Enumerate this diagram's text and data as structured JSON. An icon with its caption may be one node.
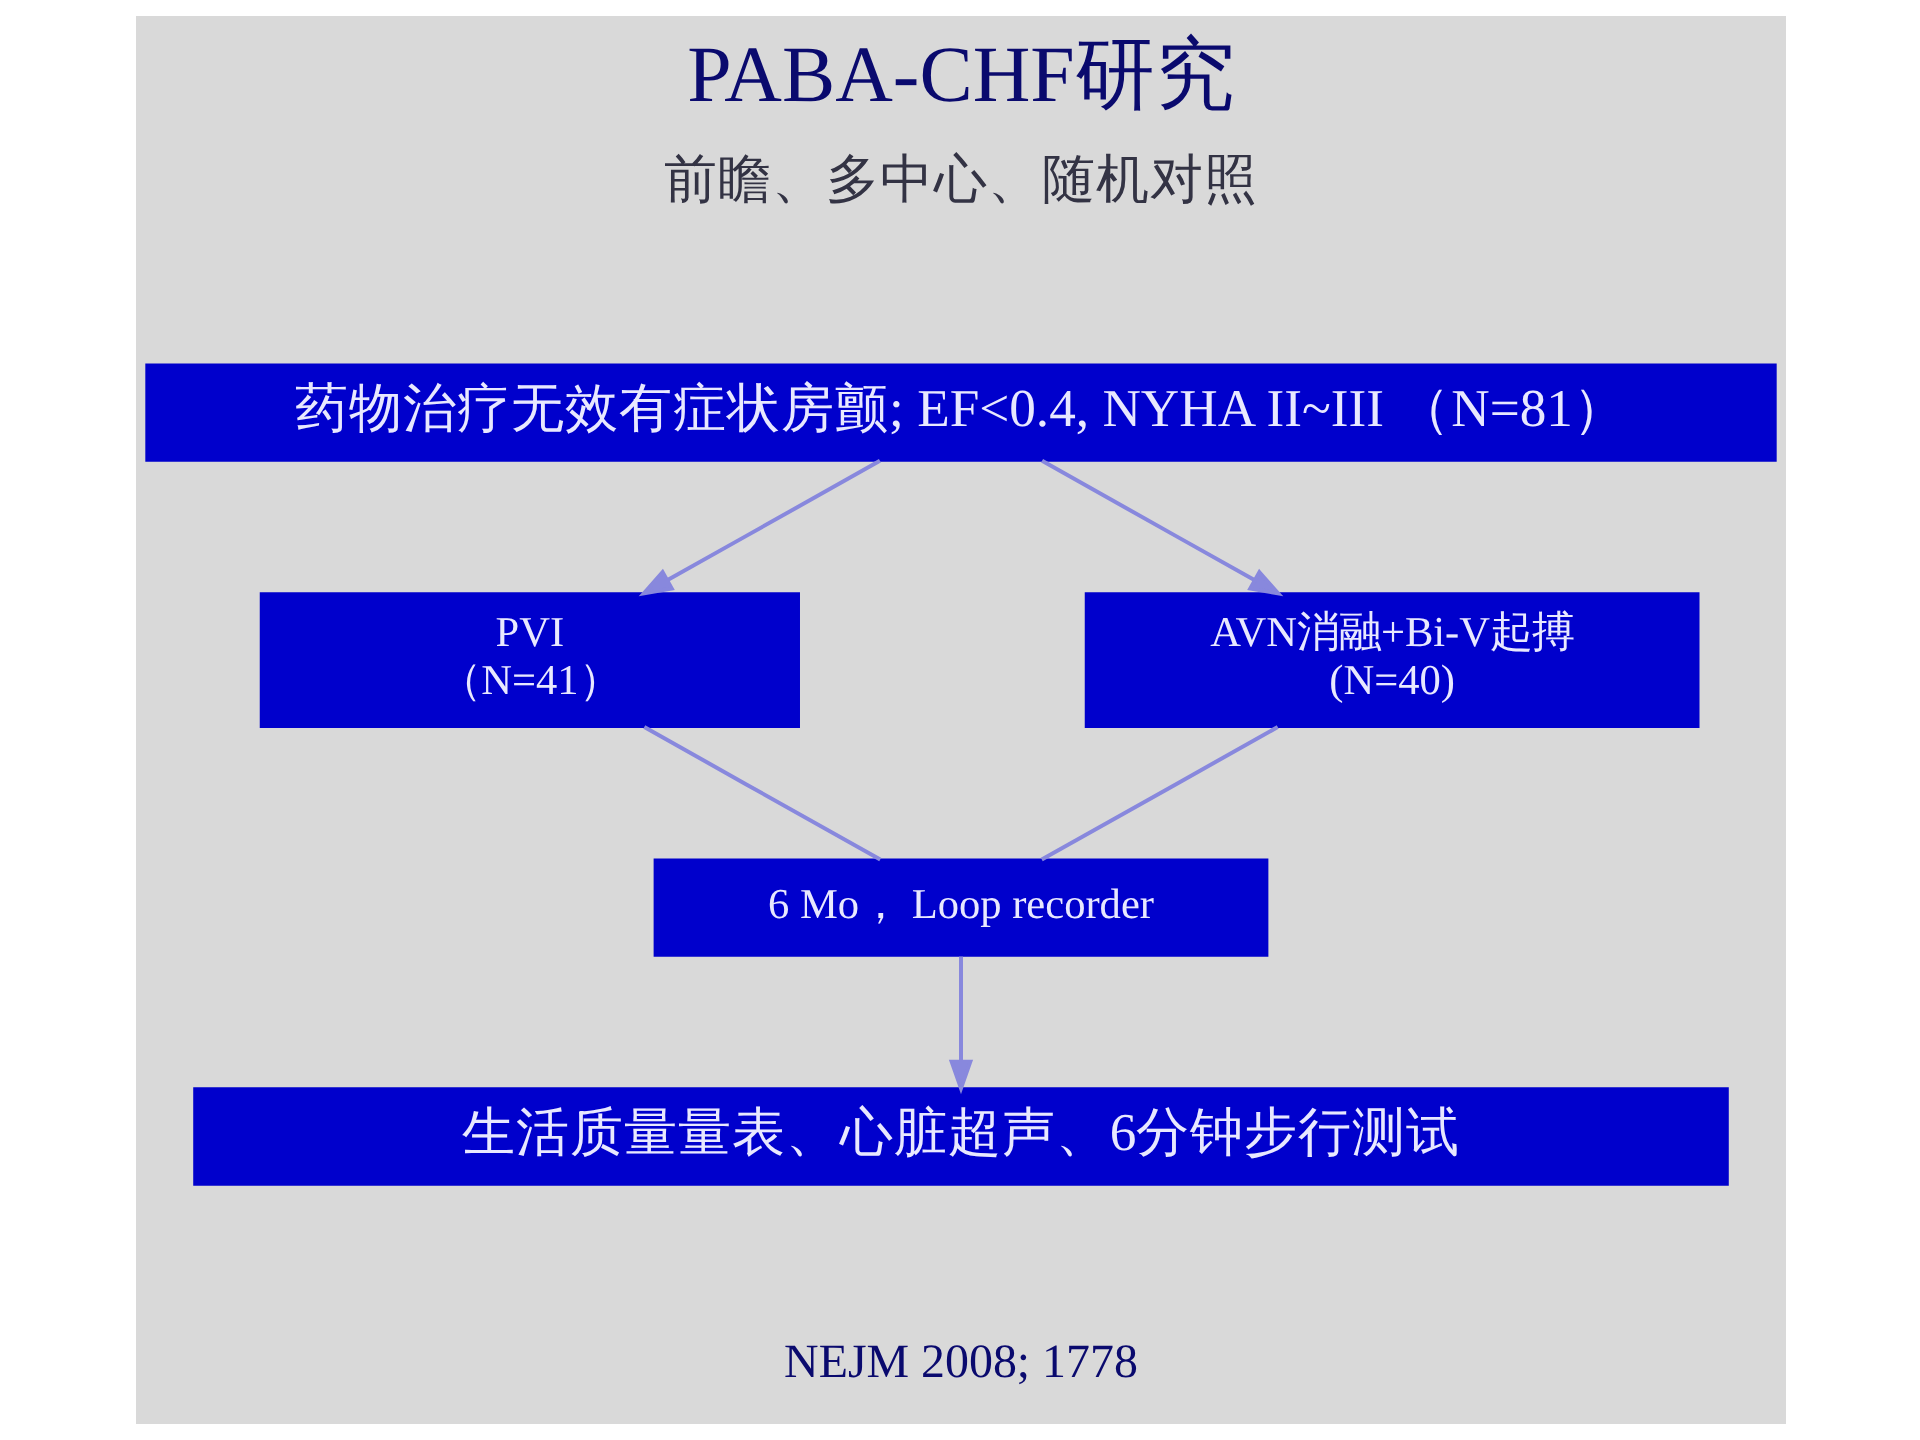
{
  "diagram": {
    "title": "PABA-CHF研究",
    "nodes": [
      {
        "text": [
          "药物治疗无效有症状房颤; EF<0.4, NYHA II~III （N=81）"
        ]
      },
      {
        "text": [
          "PVI",
          "（N=41）"
        ]
      },
      {
        "text": [
          "AVN消融+Bi-V起搏",
          "(N=40)"
        ]
      },
      {
        "text": [
          "6 Mo， Loop recorder"
        ]
      },
      {
        "text": [
          "生活质量量表、心脏超声、6分钟步行测试"
        ]
      }
    ],
    "edges": [
      {
        "from": 0,
        "to": 1,
        "arrow": "to"
      },
      {
        "from": 0,
        "to": 2,
        "arrow": "to"
      },
      {
        "from": 1,
        "to": 3,
        "arrow": "none"
      },
      {
        "from": 2,
        "to": 3,
        "arrow": "none"
      },
      {
        "from": 3,
        "to": 4,
        "arrow": "to"
      }
    ],
    "labels": [
      "前瞻、多中心、随机对照",
      "NEJM 2008; 1778"
    ]
  }
}
